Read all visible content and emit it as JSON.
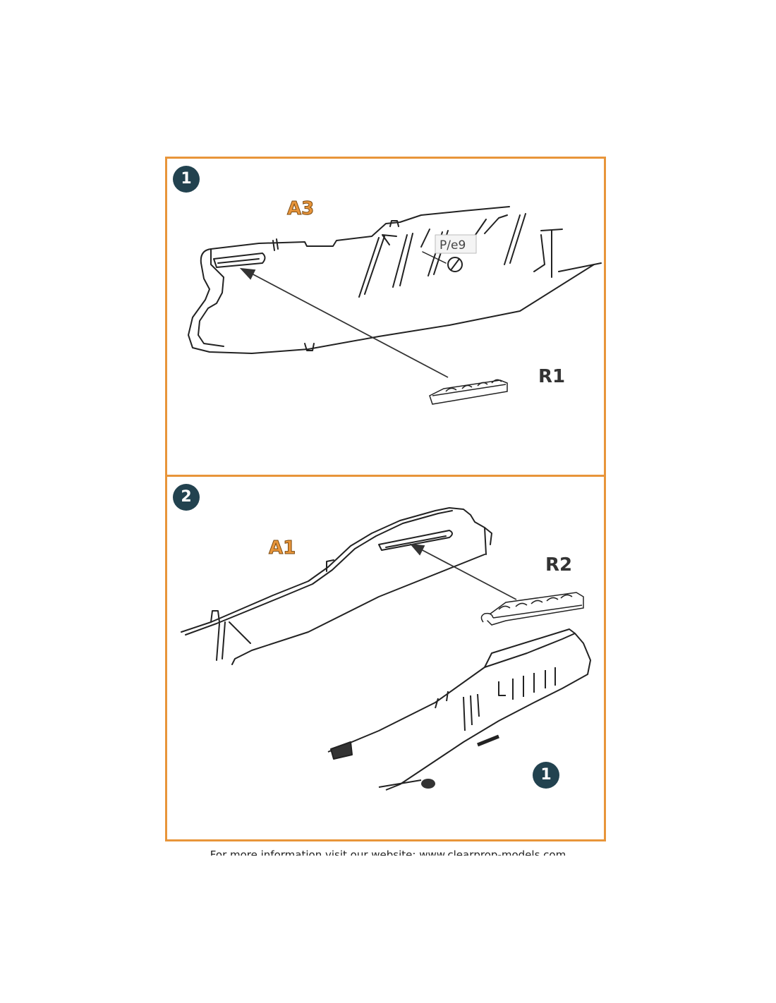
{
  "steps": [
    {
      "number": "1",
      "parts": {
        "main": "A3",
        "resin": "R1",
        "callout": "P/e9"
      }
    },
    {
      "number": "2",
      "parts": {
        "main": "A1",
        "resin": "R2"
      },
      "reference_step": "1"
    }
  ],
  "footer": {
    "text": "For more information visit our website: www.clearprop-models.com"
  },
  "colors": {
    "frame": "#E8953A",
    "badge": "#22424F",
    "line": "#222222"
  }
}
